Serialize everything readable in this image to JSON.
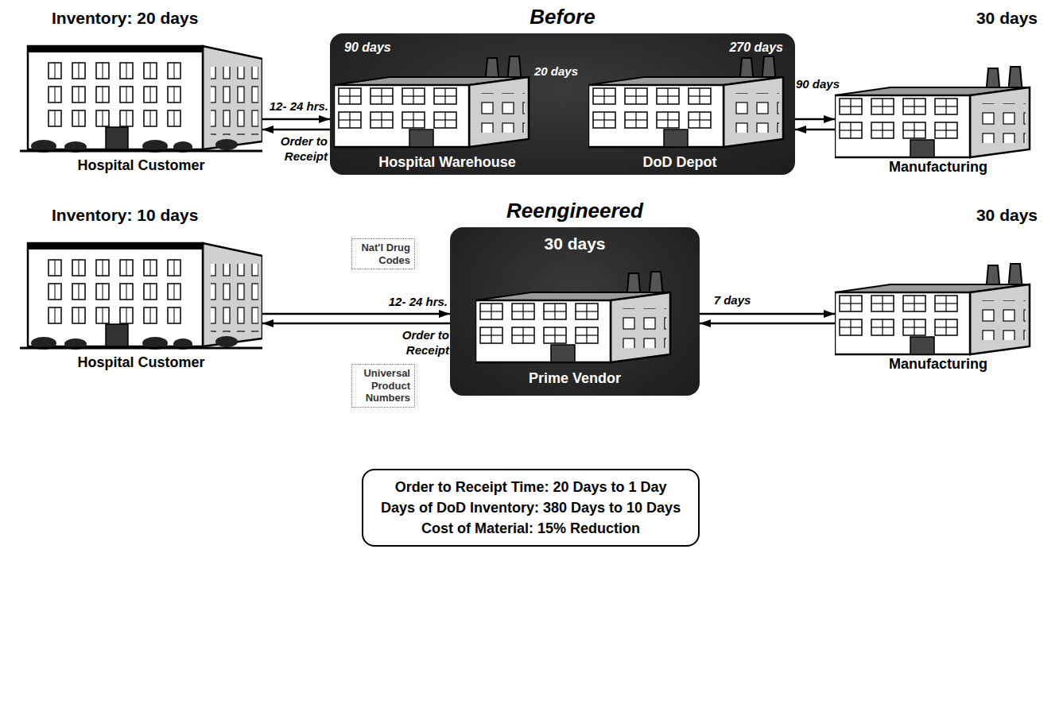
{
  "diagram": {
    "nodes": [
      {
        "text": [
          "Inventory: 20 days",
          "Hospital Customer"
        ]
      },
      {
        "text": [
          "Before"
        ]
      },
      {
        "text": [
          "90 days",
          "Hospital Warehouse"
        ],
        "in": 1
      },
      {
        "text": [
          "270 days",
          "DoD Depot"
        ],
        "in": 1
      },
      {
        "text": [
          "30 days",
          "Manufacturing"
        ]
      },
      {
        "text": [
          "Inventory: 10 days",
          "Hospital Customer"
        ]
      },
      {
        "text": [
          "Nat'l Drug Codes"
        ]
      },
      {
        "text": [
          "Universal Product Numbers"
        ]
      },
      {
        "text": [
          "Reengineered",
          "30 days",
          "Prime Vendor"
        ]
      },
      {
        "text": [
          "30 days",
          "Manufacturing"
        ]
      },
      {
        "text": [
          "Order to Receipt Time: 20 Days to 1 Day",
          "Days of DoD Inventory: 380 Days to 10 Days",
          "Cost of Material: 15% Reduction"
        ]
      }
    ],
    "edges": [
      {
        "from": 0,
        "to": 2,
        "label": "12- 24 hrs.",
        "arrow": "to"
      },
      {
        "from": 2,
        "to": 0,
        "label": "Order to Receipt",
        "arrow": "to"
      },
      {
        "from": 3,
        "to": 4,
        "label": "90 days",
        "arrow": "to"
      },
      {
        "from": 4,
        "to": 3,
        "arrow": "to"
      },
      {
        "from": 5,
        "to": 8,
        "label": "12- 24 hrs.",
        "arrow": "to"
      },
      {
        "from": 8,
        "to": 5,
        "label": "Order to Receipt",
        "arrow": "to"
      },
      {
        "from": 8,
        "to": 9,
        "label": "7 days",
        "arrow": "to"
      },
      {
        "from": 9,
        "to": 8,
        "arrow": "to"
      }
    ],
    "labels": [
      "20 days"
    ]
  }
}
